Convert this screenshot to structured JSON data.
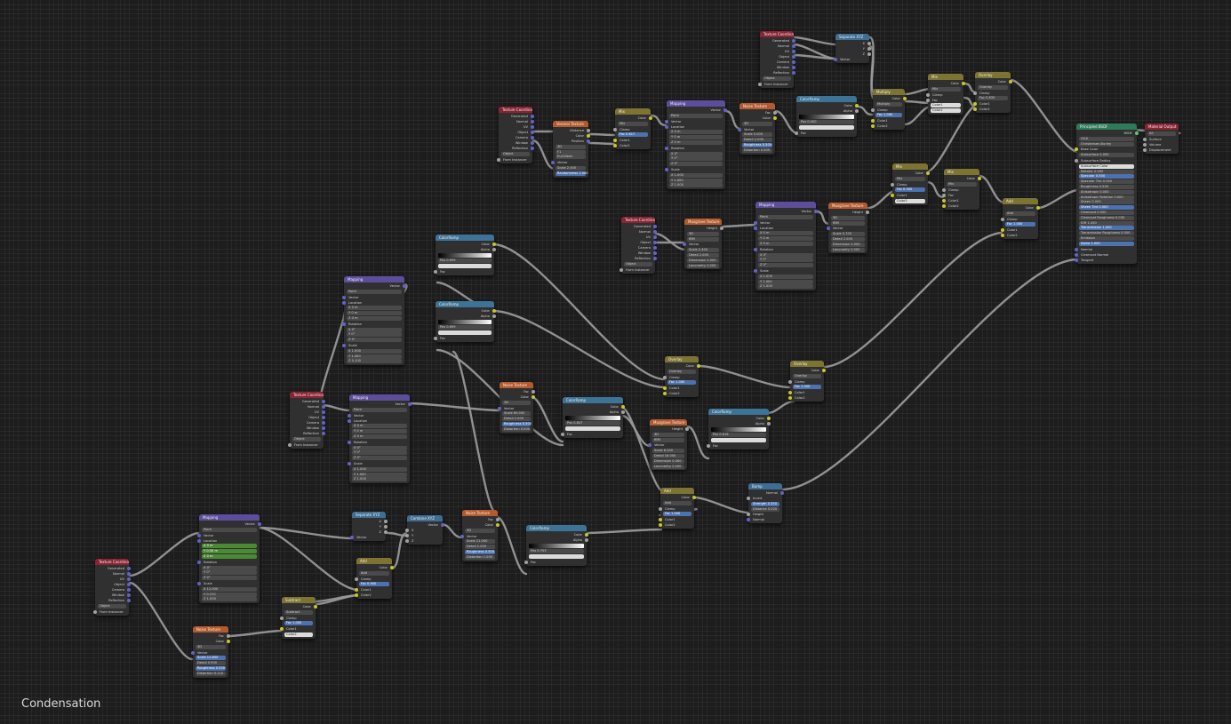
{
  "editor": {
    "label": "Condensation"
  },
  "nodes": [
    {
      "id": "texcoord1",
      "kind": "tex",
      "title": "Texture Coordinate",
      "rows": [
        "o:Generated",
        "o:Normal",
        "o:UV",
        "o:Object",
        "o:Camera",
        "o:Window",
        "o:Reflection",
        "f:Object",
        "i:From Instancer"
      ]
    },
    {
      "id": "sep1",
      "kind": "sep",
      "title": "Separate XYZ",
      "rows": [
        "o:X",
        "o:Y",
        "o:Z",
        "i:Vector"
      ]
    },
    {
      "id": "texcoord2",
      "kind": "tex",
      "title": "Texture Coordinate",
      "rows": [
        "o:Generated",
        "o:Normal",
        "o:UV",
        "o:Object",
        "o:Camera",
        "o:Window",
        "o:Reflection",
        "f:Object",
        "i:From Instancer"
      ]
    },
    {
      "id": "voronoi1",
      "kind": "noise",
      "title": "Voronoi Texture",
      "rows": [
        "o:Distance",
        "o:Color",
        "o:Position",
        "f:3D",
        "f:F1",
        "f:Euclidean",
        "i:Vector",
        "f:Scale 2.000",
        "fb:Randomness 1.000"
      ]
    },
    {
      "id": "mix1",
      "kind": "mix",
      "title": "Mix",
      "rows": [
        "o:Color",
        "f:Mix",
        "i:Clamp",
        "fb:Fac 0.617",
        "i:Color1",
        "i:Color2"
      ]
    },
    {
      "id": "mapping1",
      "kind": "map",
      "title": "Mapping",
      "rows": [
        "o:Vector",
        "f:Point",
        "i:Vector",
        "i:Location",
        "f:X 0 m",
        "f:Y 0 m",
        "f:Z 0 m",
        "i:Rotation",
        "f:X 0°",
        "f:Y 0°",
        "f:Z 0°",
        "i:Scale",
        "f:X 1.000",
        "f:Y 1.000",
        "f:Z 1.000"
      ]
    },
    {
      "id": "noise1",
      "kind": "noise",
      "title": "Noise Texture",
      "rows": [
        "o:Fac",
        "o:Color",
        "f:3D",
        "i:Vector",
        "f:Scale 5.000",
        "f:Detail 2.000",
        "fb:Roughness 0.500",
        "f:Distortion 0.000"
      ]
    },
    {
      "id": "ramp1",
      "kind": "ramp",
      "title": "ColorRamp",
      "rows": [
        "o:Color",
        "o:Alpha",
        "g:ramp",
        "f:Pos 0.000",
        "fw:",
        "i:Fac"
      ]
    },
    {
      "id": "multiply1",
      "kind": "mix",
      "title": "Multiply",
      "rows": [
        "o:Color",
        "f:Multiply",
        "i:Clamp",
        "fb:Fac 1.000",
        "i:Color1",
        "i:Color2"
      ]
    },
    {
      "id": "mix2",
      "kind": "mix",
      "title": "Mix",
      "rows": [
        "o:Color",
        "f:Mix",
        "i:Clamp",
        "i:Fac",
        "fw:Color1",
        "fw:Color2"
      ]
    },
    {
      "id": "overlay1",
      "kind": "mix",
      "title": "Overlay",
      "rows": [
        "o:Color",
        "f:Overlay",
        "i:Clamp",
        "f:Fac 0.835",
        "i:Color1",
        "i:Color2"
      ]
    },
    {
      "id": "bsdf",
      "kind": "bsdf",
      "title": "Principled BSDF",
      "rows": [
        "o:BSDF",
        "f:GGX",
        "f:Christensen-Burley",
        "i:Base Color",
        "f:Subsurface 0.000",
        "i:Subsurface Radius",
        "fw:Subsurface Color",
        "f:Metallic 0.000",
        "fb:Specular 0.500",
        "f:Specular Tint 0.000",
        "f:Roughness 0.500",
        "f:Anisotropic 0.000",
        "f:Anisotropic Rotation 0.000",
        "f:Sheen 0.000",
        "fb:Sheen Tint 0.500",
        "f:Clearcoat 0.000",
        "f:Clearcoat Roughness 0.030",
        "f:IOR 1.450",
        "fb:Transmission 1.000",
        "f:Transmission Roughness 0.000",
        "f:Emission",
        "fb:Alpha 1.000",
        "i:Normal",
        "i:Clearcoat Normal",
        "i:Tangent"
      ]
    },
    {
      "id": "matout",
      "kind": "out",
      "title": "Material Output",
      "rows": [
        "f:All",
        "i:Surface",
        "i:Volume",
        "i:Displacement"
      ]
    },
    {
      "id": "mix3",
      "kind": "mix",
      "title": "Mix",
      "rows": [
        "o:Color",
        "f:Mix",
        "i:Clamp",
        "fb:Fac 0.500",
        "i:Color1",
        "fw:Color2"
      ]
    },
    {
      "id": "mix4",
      "kind": "mix",
      "title": "Mix",
      "rows": [
        "o:Color",
        "f:Mix",
        "i:Clamp",
        "i:Fac",
        "i:Color1",
        "i:Color2"
      ]
    },
    {
      "id": "texcoord3",
      "kind": "tex",
      "title": "Texture Coordinate",
      "rows": [
        "o:Generated",
        "o:Normal",
        "o:UV",
        "o:Object",
        "o:Camera",
        "o:Window",
        "o:Reflection",
        "f:Object",
        "i:From Instancer"
      ]
    },
    {
      "id": "musgrave1",
      "kind": "noise",
      "title": "Musgrave Texture",
      "rows": [
        "o:Height",
        "f:3D",
        "f:fBM",
        "i:Vector",
        "f:Scale 2.400",
        "f:Detail 2.000",
        "f:Dimension 2.000",
        "f:Lacunarity 2.000"
      ]
    },
    {
      "id": "mapping2",
      "kind": "map",
      "title": "Mapping",
      "rows": [
        "o:Vector",
        "f:Point",
        "i:Vector",
        "i:Location",
        "f:X 0 m",
        "f:Y 0 m",
        "f:Z 0 m",
        "i:Rotation",
        "f:X 0°",
        "f:Y 0°",
        "f:Z 0°",
        "i:Scale",
        "f:X 1.000",
        "f:Y 1.000",
        "f:Z 1.000"
      ]
    },
    {
      "id": "musgrave2",
      "kind": "noise",
      "title": "Musgrave Texture",
      "rows": [
        "o:Height",
        "f:3D",
        "f:fBM",
        "i:Vector",
        "f:Scale 0.700",
        "f:Detail 2.000",
        "f:Dimension 2.000",
        "f:Lacunarity 2.000"
      ]
    },
    {
      "id": "add1",
      "kind": "mix",
      "title": "Add",
      "rows": [
        "o:Color",
        "f:Add",
        "i:Clamp",
        "fb:Fac 1.000",
        "i:Color1",
        "i:Color2"
      ]
    },
    {
      "id": "ramp2",
      "kind": "ramp",
      "title": "ColorRamp",
      "rows": [
        "o:Color",
        "o:Alpha",
        "g:ramp",
        "f:Pos 0.699",
        "fw:",
        "i:Fac"
      ]
    },
    {
      "id": "mapping3",
      "kind": "map",
      "title": "Mapping",
      "rows": [
        "o:Vector",
        "f:Point",
        "i:Vector",
        "i:Location",
        "f:X 0 m",
        "f:Y 0 m",
        "f:Z 0 m",
        "i:Rotation",
        "f:X 0°",
        "f:Y 0°",
        "f:Z 0°",
        "i:Scale",
        "f:X 1.000",
        "f:Y 1.000",
        "f:Z 0.100"
      ]
    },
    {
      "id": "ramp3",
      "kind": "ramp",
      "title": "ColorRamp",
      "rows": [
        "o:Color",
        "o:Alpha",
        "g:ramp",
        "f:Pos 0.699",
        "fw:",
        "i:Fac"
      ]
    },
    {
      "id": "overlay2",
      "kind": "mix",
      "title": "Overlay",
      "rows": [
        "o:Color",
        "f:Overlay",
        "i:Clamp",
        "fb:Fac 1.000",
        "i:Color1",
        "i:Color2"
      ]
    },
    {
      "id": "overlay3",
      "kind": "mix",
      "title": "Overlay",
      "rows": [
        "o:Color",
        "f:Overlay",
        "i:Clamp",
        "fb:Fac 1.000",
        "i:Color1",
        "i:Color2"
      ]
    },
    {
      "id": "texcoord4",
      "kind": "tex",
      "title": "Texture Coordinate",
      "rows": [
        "o:Generated",
        "o:Normal",
        "o:UV",
        "o:Object",
        "o:Camera",
        "o:Window",
        "o:Reflection",
        "f:Object",
        "i:From Instancer"
      ]
    },
    {
      "id": "mapping4",
      "kind": "map",
      "title": "Mapping",
      "rows": [
        "o:Vector",
        "f:Point",
        "i:Vector",
        "i:Location",
        "f:X 0 m",
        "f:Y 0 m",
        "f:Z 0 m",
        "i:Rotation",
        "f:X 0°",
        "f:Y 0°",
        "f:Z 0°",
        "i:Scale",
        "f:X 1.000",
        "f:Y 1.000",
        "f:Z 1.000"
      ]
    },
    {
      "id": "noise2",
      "kind": "noise",
      "title": "Noise Texture",
      "rows": [
        "o:Fac",
        "o:Color",
        "f:3D",
        "i:Vector",
        "f:Scale 60.000",
        "f:Detail 2.000",
        "fb:Roughness 0.500",
        "f:Distortion 0.000"
      ]
    },
    {
      "id": "ramp4",
      "kind": "ramp",
      "title": "ColorRamp",
      "rows": [
        "o:Color",
        "o:Alpha",
        "g:ramp",
        "f:Pos 0.847",
        "fw:",
        "i:Fac"
      ]
    },
    {
      "id": "musgrave3",
      "kind": "noise",
      "title": "Musgrave Texture",
      "rows": [
        "o:Height",
        "f:3D",
        "f:fBM",
        "i:Vector",
        "f:Scale 6.200",
        "f:Detail 16.000",
        "f:Dimension 0.300",
        "f:Lacunarity 2.000"
      ]
    },
    {
      "id": "ramp5",
      "kind": "ramp",
      "title": "ColorRamp",
      "rows": [
        "o:Color",
        "o:Alpha",
        "g:ramp",
        "f:Pos 0.616",
        "fw:",
        "i:Fac"
      ]
    },
    {
      "id": "add2",
      "kind": "mix",
      "title": "Add",
      "rows": [
        "o:Color",
        "f:Add",
        "i:Clamp",
        "fb:Fac 1.000",
        "i:Color1",
        "i:Color2"
      ]
    },
    {
      "id": "bump1",
      "kind": "sep",
      "title": "Bump",
      "rows": [
        "o:Normal",
        "i:Invert",
        "fb:Strength 0.350",
        "f:Distance 0.020",
        "i:Height",
        "i:Normal"
      ]
    },
    {
      "id": "texcoord5",
      "kind": "tex",
      "title": "Texture Coordinate",
      "rows": [
        "o:Generated",
        "o:Normal",
        "o:UV",
        "o:Object",
        "o:Camera",
        "o:Window",
        "o:Reflection",
        "f:Object",
        "i:From Instancer"
      ]
    },
    {
      "id": "mapping5",
      "kind": "map",
      "title": "Mapping",
      "rows": [
        "o:Vector",
        "f:Point",
        "i:Vector",
        "i:Location",
        "fg:X 0 m",
        "fg:Y 0.50 m",
        "fg:Z 0 m",
        "i:Rotation",
        "f:X 0°",
        "f:Y 0°",
        "f:Z 0°",
        "i:Scale",
        "f:X 12.000",
        "f:Y 0.120",
        "f:Z 1.000"
      ]
    },
    {
      "id": "sep2",
      "kind": "sep",
      "title": "Separate XYZ",
      "rows": [
        "o:X",
        "o:Y",
        "o:Z",
        "i:Vector"
      ]
    },
    {
      "id": "comb1",
      "kind": "sep",
      "title": "Combine XYZ",
      "rows": [
        "o:Vector",
        "i:X",
        "i:Y",
        "i:Z"
      ]
    },
    {
      "id": "noise3",
      "kind": "noise",
      "title": "Noise Texture",
      "rows": [
        "o:Fac",
        "o:Color",
        "f:3D",
        "i:Vector",
        "f:Scale 21.000",
        "f:Detail 2.000",
        "fb:Roughness 0.500",
        "f:Distortion 1.000"
      ]
    },
    {
      "id": "add3",
      "kind": "mix",
      "title": "Add",
      "rows": [
        "o:Color",
        "f:Add",
        "i:Clamp",
        "fb:Fac 0.900",
        "i:Color1",
        "i:Color2"
      ]
    },
    {
      "id": "ramp6",
      "kind": "ramp",
      "title": "ColorRamp",
      "rows": [
        "o:Color",
        "o:Alpha",
        "g:ramp",
        "f:Pos 0.703",
        "fw:",
        "i:Fac"
      ]
    },
    {
      "id": "subtract1",
      "kind": "mix",
      "title": "Subtract",
      "rows": [
        "o:Color",
        "f:Subtract",
        "i:Clamp",
        "fb:Fac 1.000",
        "i:Color1",
        "fw:Color2"
      ]
    },
    {
      "id": "noise4",
      "kind": "noise",
      "title": "Noise Texture",
      "rows": [
        "o:Fac",
        "o:Color",
        "f:3D",
        "i:Vector",
        "fb:Scale 12.800",
        "f:Detail 0.900",
        "fb:Roughness 0.500",
        "f:Distortion 0.110"
      ]
    }
  ]
}
